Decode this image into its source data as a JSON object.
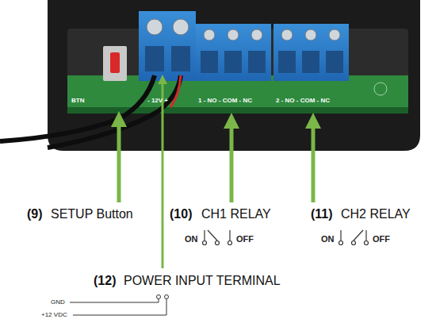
{
  "diagram": {
    "labels": [
      "BTN",
      "- 12V +",
      "1 - NO - COM - NC",
      "2 - NO - COM - NC",
      "(9)",
      "SETUP Button",
      "(10)",
      "CH1 RELAY",
      "(11)",
      "CH2 RELAY",
      "ON",
      "OFF",
      "ON",
      "OFF",
      "(12)",
      "POWER INPUT TERMINAL",
      "GND",
      "+12 VDC"
    ]
  }
}
